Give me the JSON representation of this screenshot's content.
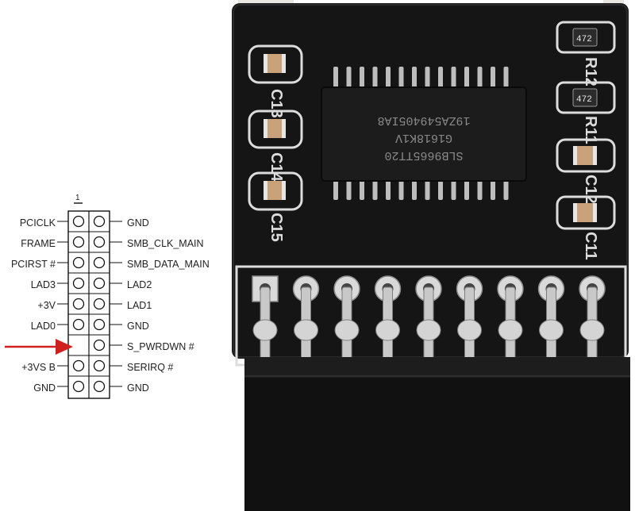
{
  "header": {
    "pin1_marker": "1",
    "left_labels": [
      "PCICLK",
      "FRAME",
      "PCIRST #",
      "LAD3",
      "+3V",
      "LAD0",
      "",
      "+3VS B",
      "GND"
    ],
    "right_labels": [
      "GND",
      "SMB_CLK_MAIN",
      "SMB_DATA_MAIN",
      "LAD2",
      "LAD1",
      "GND",
      "S_PWRDWN #",
      "SERIRQ #",
      "GND"
    ],
    "key_pin_row": 7
  },
  "board": {
    "chip_text": [
      "SLB9665TT20",
      "G1618K1V",
      "19ZA549405IA8"
    ],
    "components": [
      {
        "ref": "C13",
        "kind": "capacitor"
      },
      {
        "ref": "C14",
        "kind": "capacitor"
      },
      {
        "ref": "C15",
        "kind": "capacitor"
      },
      {
        "ref": "R12",
        "kind": "resistor",
        "value": "472"
      },
      {
        "ref": "R11",
        "kind": "resistor",
        "value": "472"
      },
      {
        "ref": "C12",
        "kind": "capacitor"
      },
      {
        "ref": "C11",
        "kind": "capacitor"
      }
    ],
    "pin_count_per_row": 9
  },
  "colors": {
    "pcb": "#151515",
    "silkscreen": "#dcdcdc",
    "capacitor": "#c9a27a",
    "pin_metal": "#c8c8c8",
    "arrow": "#d01f1f"
  }
}
